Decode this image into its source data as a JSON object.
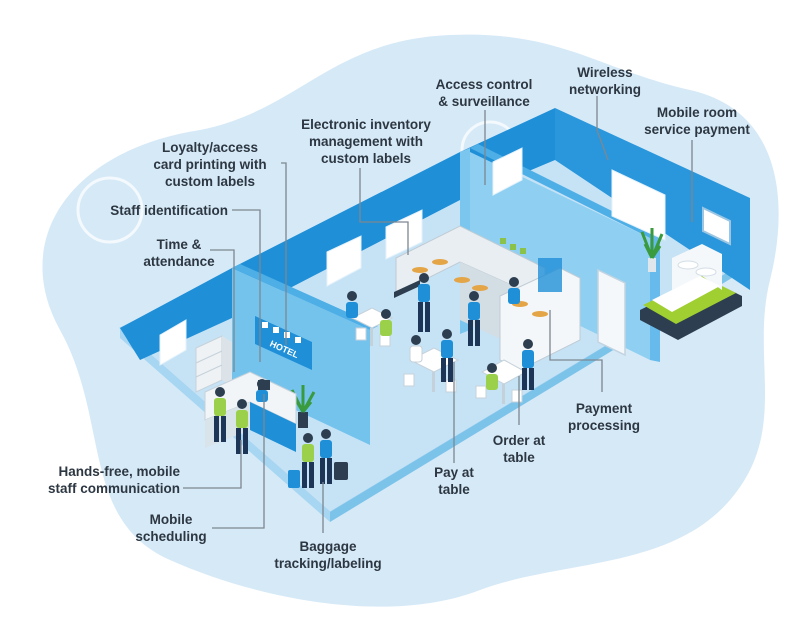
{
  "labels": {
    "access_control": "Access control\n& surveillance",
    "wireless": "Wireless\nnetworking",
    "mobile_room_service": "Mobile room\nservice payment",
    "electronic_inventory": "Electronic inventory\nmanagement with\ncustom labels",
    "loyalty_card": "Loyalty/access\ncard printing with\ncustom labels",
    "staff_identification": "Staff identification",
    "time_attendance": "Time &\nattendance",
    "hands_free": "Hands-free, mobile\nstaff communication",
    "mobile_scheduling": "Mobile\nscheduling",
    "baggage": "Baggage\ntracking/labeling",
    "pay_at_table": "Pay at\ntable",
    "order_at_table": "Order at\ntable",
    "payment_processing": "Payment\nprocessing"
  },
  "signage": {
    "hotel_sign": "HOTEL"
  },
  "colors": {
    "background_blob": "#d4e8f6",
    "floor": "#c9e4f6",
    "wall_dark": "#1e8ed6",
    "wall_light": "#6fc0ec",
    "wall_pale": "#bde2f7",
    "leader_line": "#7d8790",
    "label_text": "#2d3742",
    "bed_green": "#9ccc2e"
  }
}
